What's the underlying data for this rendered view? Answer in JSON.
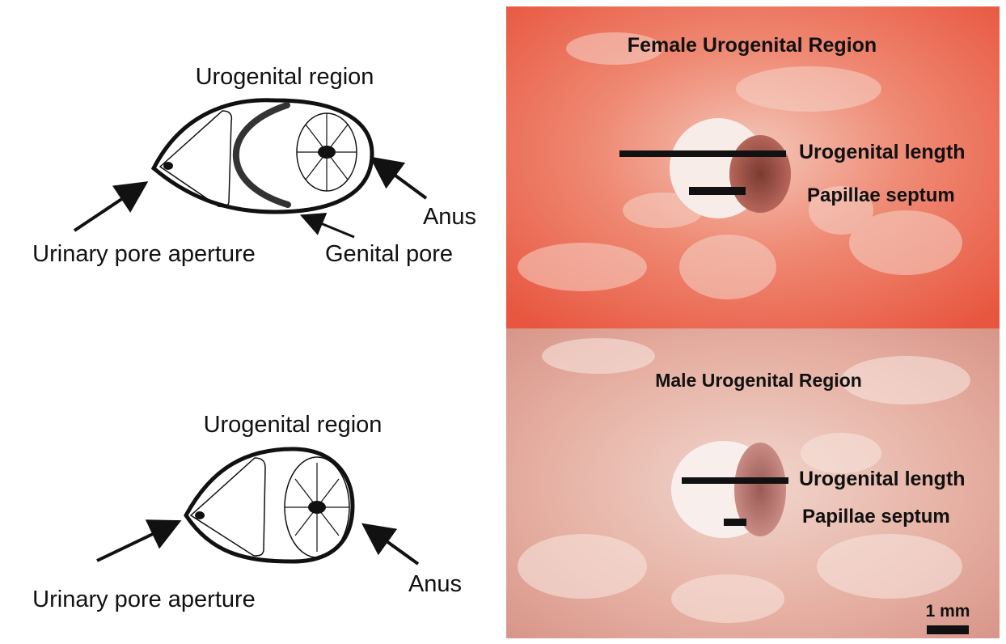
{
  "female_diagram": {
    "region_label": "Urogenital region",
    "urinary_label": "Urinary pore aperture",
    "genital_label": "Genital pore",
    "anus_label": "Anus"
  },
  "male_diagram": {
    "region_label": "Urogenital region",
    "urinary_label": "Urinary pore aperture",
    "anus_label": "Anus"
  },
  "female_photo": {
    "title": "Female Urogenital Region",
    "length_label": "Urogenital length",
    "septum_label": "Papillae septum"
  },
  "male_photo": {
    "title": "Male Urogenital Region",
    "length_label": "Urogenital length",
    "septum_label": "Papillae septum",
    "scale_label": "1 mm"
  }
}
